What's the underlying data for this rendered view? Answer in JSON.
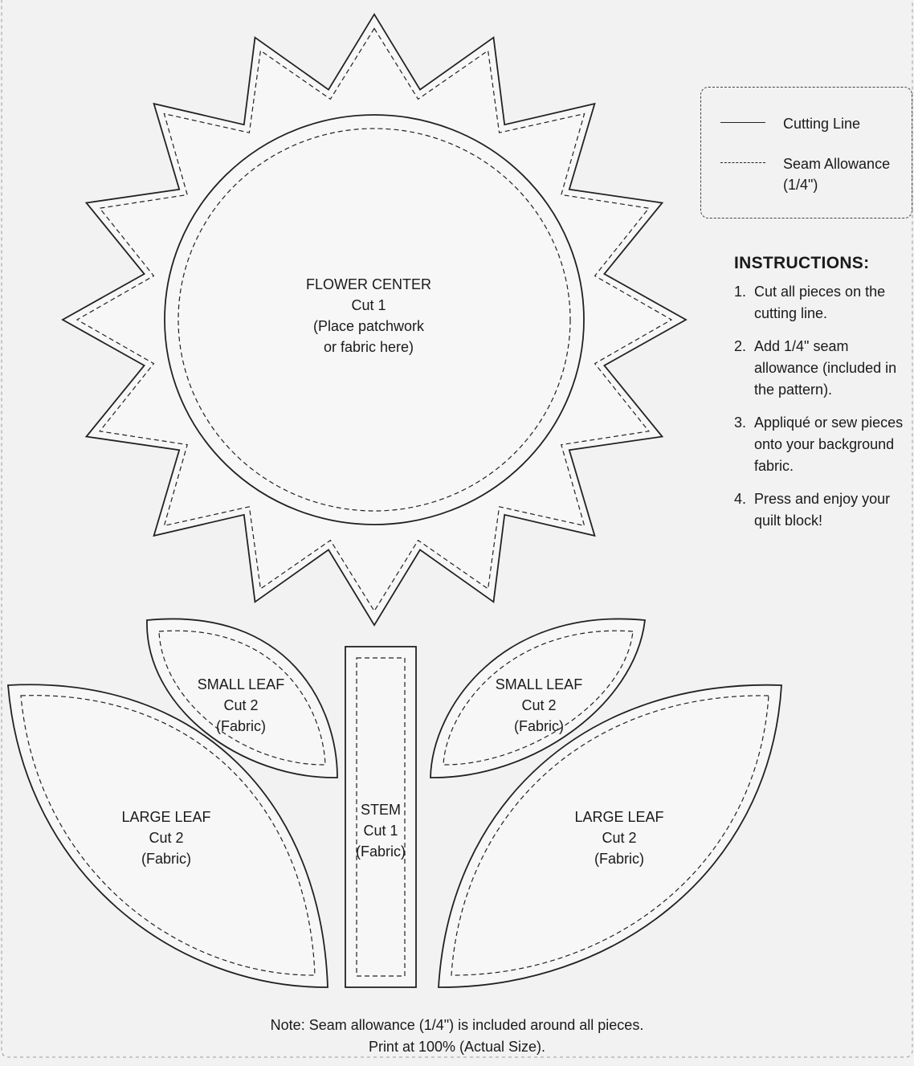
{
  "pieces": {
    "flower_center": {
      "title": "FLOWER CENTER",
      "cut": "Cut 1",
      "note_line1": "(Place patchwork",
      "note_line2": "or fabric here)"
    },
    "small_leaf_left": {
      "title": "SMALL LEAF",
      "cut": "Cut 2",
      "note": "(Fabric)"
    },
    "small_leaf_right": {
      "title": "SMALL LEAF",
      "cut": "Cut 2",
      "note": "(Fabric)"
    },
    "large_leaf_left": {
      "title": "LARGE LEAF",
      "cut": "Cut 2",
      "note": "(Fabric)"
    },
    "large_leaf_right": {
      "title": "LARGE LEAF",
      "cut": "Cut 2",
      "note": "(Fabric)"
    },
    "stem": {
      "title": "STEM",
      "cut": "Cut 1",
      "note": "(Fabric)"
    }
  },
  "legend": {
    "cutting_line": "Cutting Line",
    "seam_allowance": "Seam Allowance (1/4\")"
  },
  "instructions": {
    "heading": "INSTRUCTIONS:",
    "steps": [
      {
        "num": "1.",
        "text": "Cut all pieces on the cutting line."
      },
      {
        "num": "2.",
        "text": "Add 1/4\" seam allowance (included in the pattern)."
      },
      {
        "num": "3.",
        "text": "Appliqué or sew pieces onto your background fabric."
      },
      {
        "num": "4.",
        "text": "Press and enjoy your quilt block!"
      }
    ]
  },
  "footer": {
    "line1": "Note: Seam allowance (1/4\") is included around all pieces.",
    "line2": "Print at 100% (Actual Size)."
  },
  "colors": {
    "background": "#f2f2f2",
    "line": "#222222"
  }
}
